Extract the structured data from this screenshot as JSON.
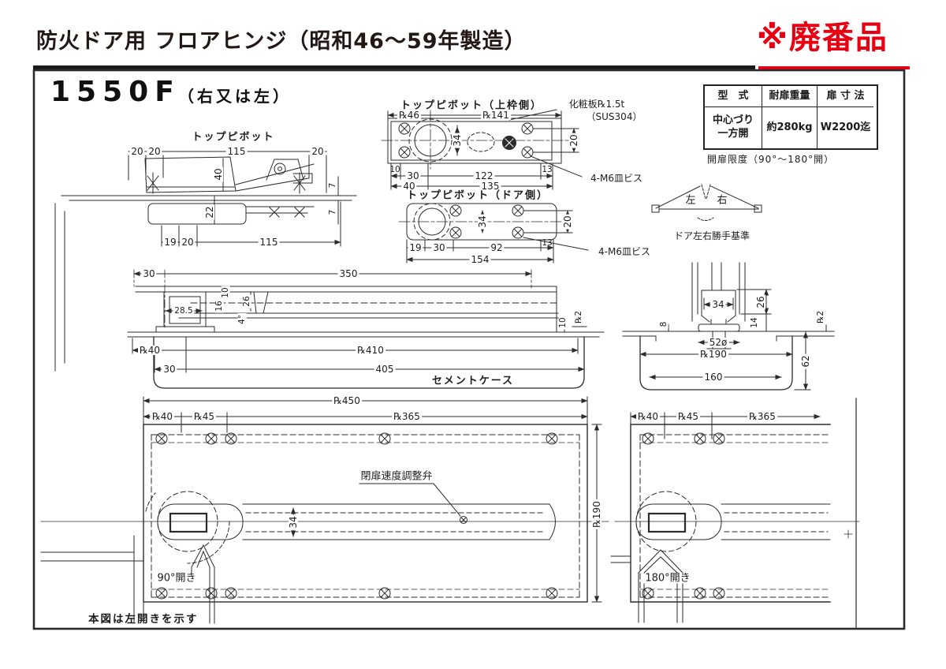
{
  "header": {
    "title": "防火ドア用 フロアヒンジ（昭和46〜59年製造）",
    "discontinued": "※廃番品"
  },
  "model": {
    "number": "1550F",
    "hand": "（右又は左）"
  },
  "spec_table": {
    "col_headers": [
      "型　式",
      "耐扉重量",
      "扉 寸 法"
    ],
    "type_line1": "中心づり",
    "type_line2": "一方開",
    "weight": "約280kg",
    "door_width": "W2200迄",
    "open_limit": "開扉限度（90°〜180°開）"
  },
  "hand_diagram": {
    "left": "左",
    "right": "右",
    "caption": "ドア左右勝手基準"
  },
  "top_pivot_side": {
    "title": "トップピボット",
    "d20a": "20",
    "d20b": "20",
    "d115_top": "115",
    "d20c": "20",
    "d40": "40",
    "d22": "22",
    "d7a": "7",
    "d7b": "7",
    "d19": "19",
    "d20d": "20",
    "d115_bot": "115"
  },
  "top_pivot_frame": {
    "title": "トップピボット（上枠側）",
    "finish_plate": "化粧板℞1.5t",
    "material": "（SUS304）",
    "screws": "4-M6皿ビス",
    "r46": "℞46",
    "r141": "℞141",
    "d34": "34",
    "d20": "20",
    "d10": "10",
    "d30": "30",
    "d122": "122",
    "d13": "13",
    "d40": "40",
    "d135": "135"
  },
  "top_pivot_door": {
    "title": "トップピボット（ドア側）",
    "screws": "4-M6皿ビス",
    "d34": "34",
    "d20": "20",
    "d19": "19",
    "d30": "30",
    "d92": "92",
    "d13": "13",
    "d154": "154"
  },
  "side_view": {
    "d30_top": "30",
    "d350": "350",
    "d28_5": "28.5",
    "d10_cam": "10",
    "d16": "16",
    "d26": "26",
    "d4deg": "4°",
    "d10_end": "10",
    "r2": "℞2",
    "r40": "℞40",
    "r410": "℞410",
    "d30_bot": "30",
    "d405": "405",
    "case_label": "セメントケース"
  },
  "cross_section": {
    "d34": "34",
    "d8": "8",
    "d26": "26",
    "d14": "14",
    "r2": "℞2",
    "d52": "52ø",
    "r190": "℞190",
    "d160": "160",
    "d62": "62"
  },
  "plan_left": {
    "r450": "℞450",
    "r40": "℞40",
    "r45": "℞45",
    "r365": "℞365",
    "d34": "34",
    "r190": "℞190",
    "valve": "閉扉速度調整弁",
    "opening": "90°開き"
  },
  "plan_right": {
    "r40": "℞40",
    "r45": "℞45",
    "r365": "℞365",
    "opening": "180°開き"
  },
  "footnote": "本図は左開きを示す"
}
